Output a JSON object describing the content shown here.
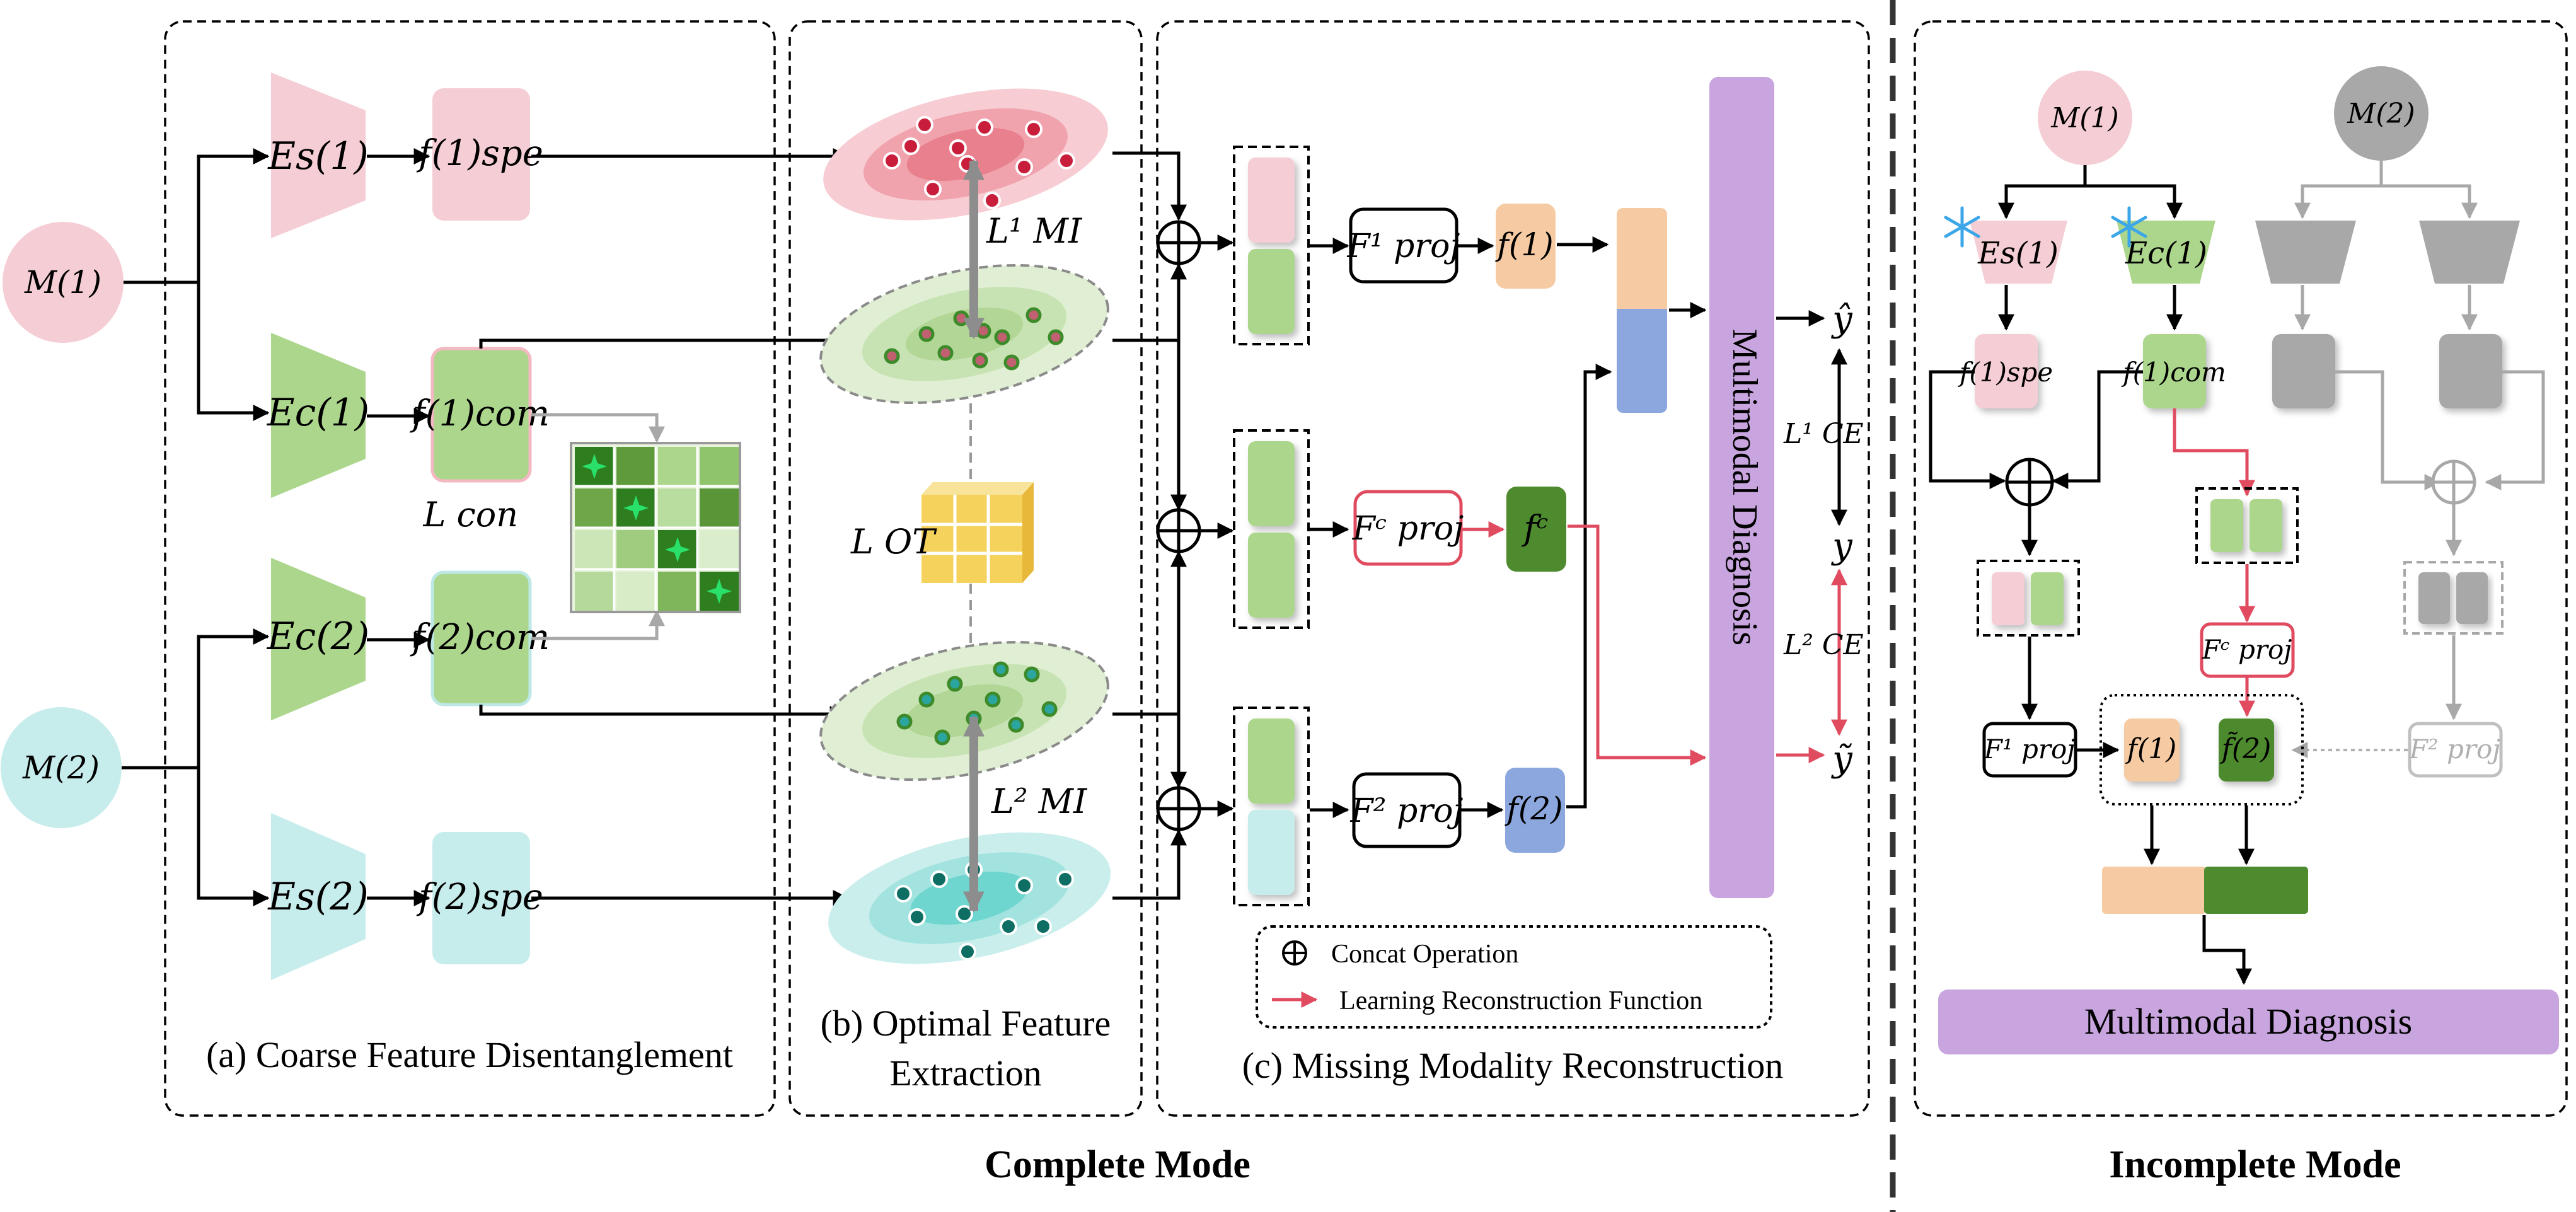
{
  "colors": {
    "pink": "#f5cdd4",
    "cyan": "#c6eceb",
    "green_light": "#acd68c",
    "green_dark": "#4e8a2e",
    "orange": "#f6cba3",
    "blue": "#8ca7dd",
    "purple": "#c9a5e0",
    "red_arrow": "#e04b5f",
    "yellow_cube": "#f5d25c",
    "gray": "#a8a8a8"
  },
  "complete": {
    "modality1": "M(1)",
    "modality2": "M(2)",
    "enc_s1": "Es(1)",
    "enc_c1": "Ec(1)",
    "enc_c2": "Ec(2)",
    "enc_s2": "Es(2)",
    "f_spe1": "f(1)spe",
    "f_com1": "f(1)com",
    "f_com2": "f(2)com",
    "f_spe2": "f(2)spe",
    "loss_con": "L con",
    "loss_mi1": "L¹ MI",
    "loss_ot": "L OT",
    "loss_mi2": "L² MI",
    "proj1": "F¹ proj",
    "projc": "Fᶜ proj",
    "proj2": "F² proj",
    "feat1": "f(1)",
    "featc": "fᶜ",
    "feat2": "f(2)",
    "diagnosis": "Multimodal Diagnosis",
    "y_hat": "ŷ",
    "y": "y",
    "y_tilde": "ỹ",
    "loss_ce1": "L¹ CE",
    "loss_ce2": "L² CE",
    "panel_a": "(a) Coarse Feature Disentanglement",
    "panel_b_1": "(b) Optimal Feature",
    "panel_b_2": "Extraction",
    "panel_c": "(c) Missing Modality Reconstruction",
    "legend_concat": "Concat Operation",
    "legend_learning": "Learning Reconstruction Function",
    "mode_label": "Complete Mode"
  },
  "incomplete": {
    "modality1": "M(1)",
    "modality2": "M(2)",
    "enc_s1": "Es(1)",
    "enc_c1": "Ec(1)",
    "f_spe1": "f(1)spe",
    "f_com1": "f(1)com",
    "projc": "Fᶜ proj",
    "proj1": "F¹ proj",
    "proj2": "F² proj",
    "feat1": "f(1)",
    "feat2_tilde": "f̃(2)",
    "diagnosis": "Multimodal Diagnosis",
    "mode_label": "Incomplete Mode"
  }
}
